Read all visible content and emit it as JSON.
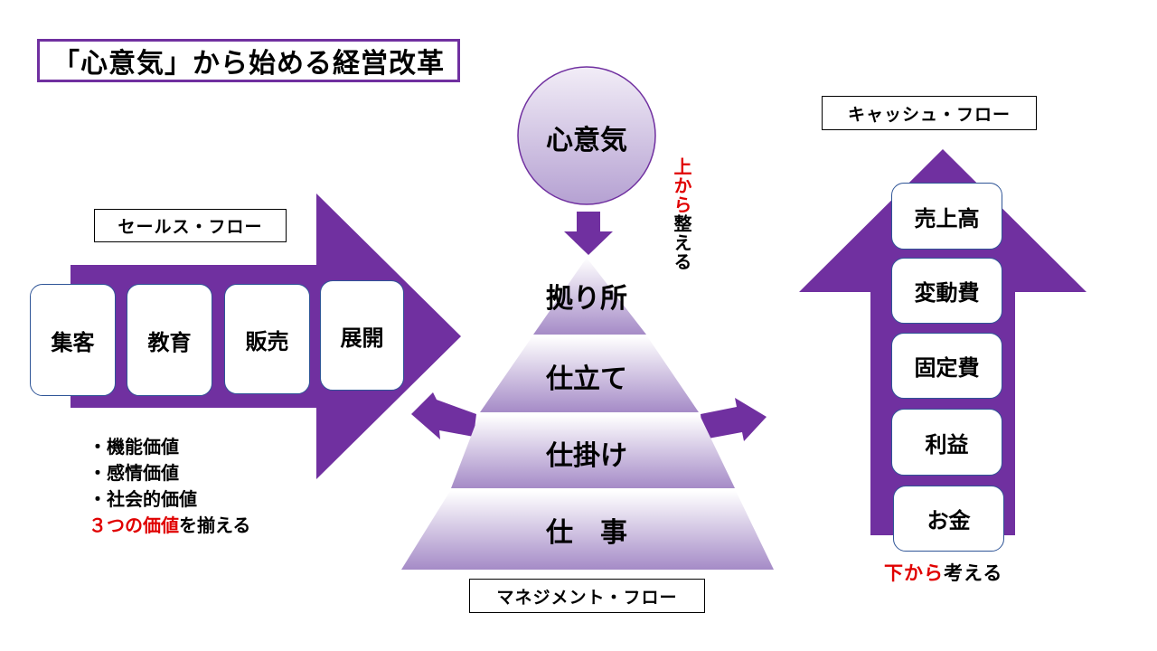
{
  "title": "「心意気」から始める経営改革",
  "sales_flow": {
    "label": "セールス・フロー",
    "cards": [
      "集客",
      "教育",
      "販売",
      "展開"
    ],
    "bullets": [
      "・機能価値",
      "・感情価値",
      "・社会的価値"
    ],
    "summary_red": "３つの価値",
    "summary_rest": "を揃える"
  },
  "management_flow": {
    "label": "マネジメント・フロー",
    "top_circle": "心意気",
    "note_red": "上から",
    "note_rest": "整える",
    "levels": [
      "拠り所",
      "仕立て",
      "仕掛け",
      "仕　事"
    ]
  },
  "cash_flow": {
    "label": "キャッシュ・フロー",
    "cards": [
      "売上高",
      "変動費",
      "固定費",
      "利益",
      "お金"
    ],
    "note_red": "下から",
    "note_rest": "考える"
  },
  "colors": {
    "accent": "#7030a0",
    "red": "#e00000",
    "card_border": "#2f5597"
  }
}
